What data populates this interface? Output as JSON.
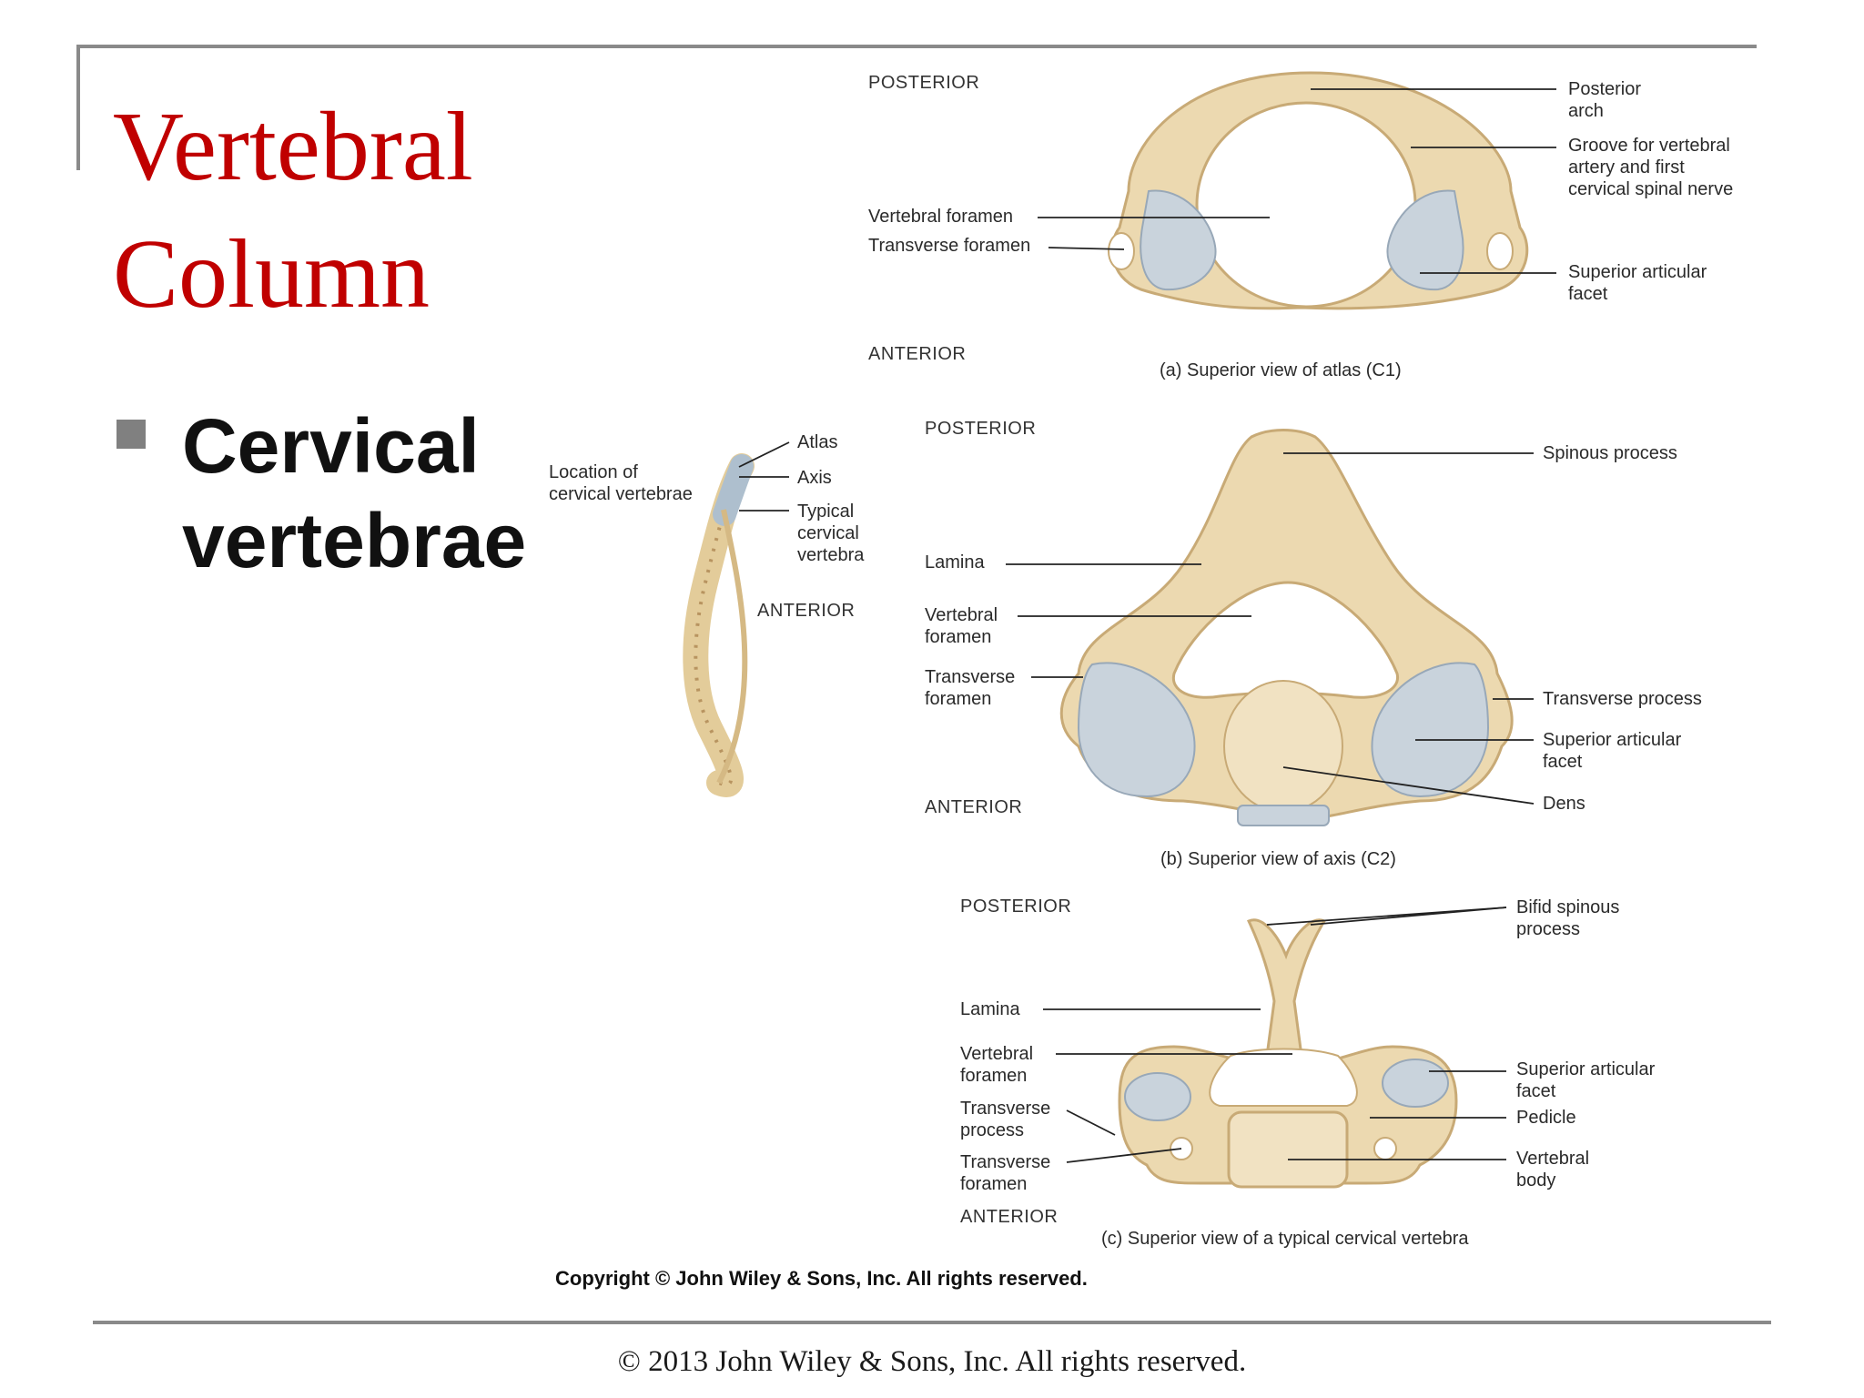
{
  "slide": {
    "title": "Vertebral\nColumn",
    "bullet": "Cervical\nvertebrae",
    "footer": "© 2013 John Wiley & Sons, Inc. All rights reserved."
  },
  "figure": {
    "copyright": "Copyright © John Wiley & Sons, Inc. All rights reserved.",
    "spine": {
      "location_label": "Location of\ncervical vertebrae",
      "labels": [
        "Atlas",
        "Axis",
        "Typical\ncervical\nvertebra"
      ],
      "anterior": "ANTERIOR"
    },
    "atlas": {
      "caption": "(a) Superior view of atlas (C1)",
      "posterior": "POSTERIOR",
      "anterior": "ANTERIOR",
      "left_labels": [
        "Vertebral foramen",
        "Transverse foramen"
      ],
      "right_labels": [
        "Posterior\narch",
        "Groove for vertebral\nartery and first\ncervical spinal nerve",
        "Superior articular\nfacet"
      ]
    },
    "axis": {
      "caption": "(b) Superior view of axis (C2)",
      "posterior": "POSTERIOR",
      "anterior": "ANTERIOR",
      "left_labels": [
        "Lamina",
        "Vertebral\nforamen",
        "Transverse\nforamen"
      ],
      "right_labels": [
        "Spinous process",
        "Transverse process",
        "Superior articular\nfacet",
        "Dens"
      ]
    },
    "typical": {
      "caption": "(c) Superior view of a typical cervical vertebra",
      "posterior": "POSTERIOR",
      "anterior": "ANTERIOR",
      "left_labels": [
        "Lamina",
        "Vertebral\nforamen",
        "Transverse\nprocess",
        "Transverse\nforamen"
      ],
      "right_labels": [
        "Bifid spinous\nprocess",
        "Superior articular\nfacet",
        "Pedicle",
        "Vertebral\nbody"
      ]
    }
  },
  "colors": {
    "title": "#c00000",
    "rule": "#8a8a8a",
    "bone": "#ecd9b0",
    "bone_edge": "#c8aa76",
    "facet": "#c9d3dc"
  }
}
